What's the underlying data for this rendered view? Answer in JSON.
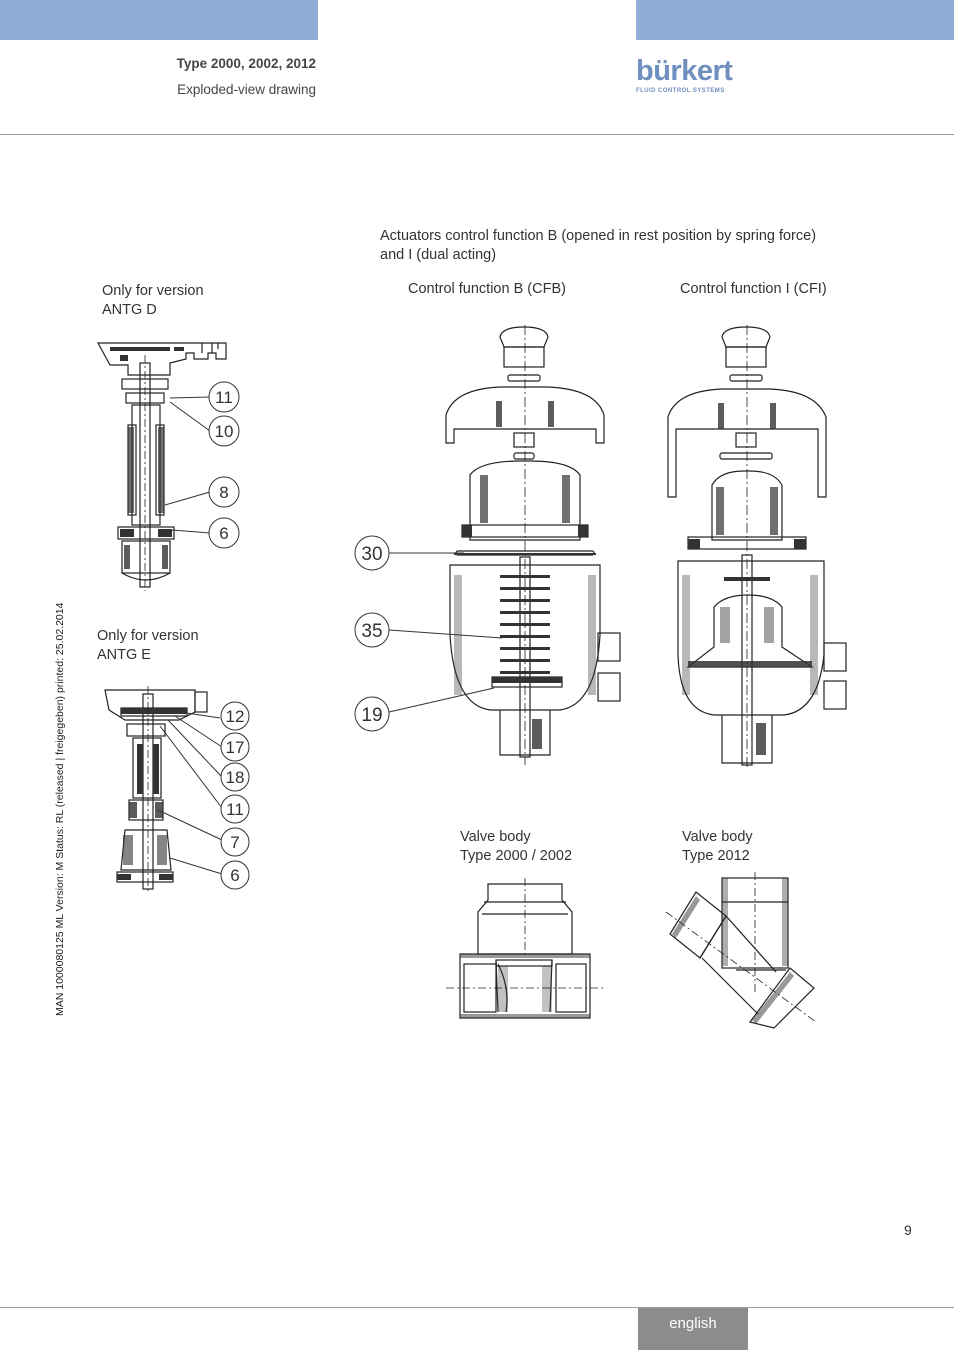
{
  "header": {
    "title": "Type 2000, 2002, 2012",
    "subtitle": "Exploded-view drawing",
    "brand": "bürkert",
    "brand_tagline": "FLUID CONTROL SYSTEMS"
  },
  "intro": {
    "line1": "Actuators control function B (opened in rest position by spring force)",
    "line2": "and I (dual acting)"
  },
  "sections": {
    "antg_d": {
      "line1": "Only for version",
      "line2": "ANTG D"
    },
    "antg_e": {
      "line1": "Only for version",
      "line2": "ANTG E"
    },
    "cfb": {
      "label": "Control function B (CFB)"
    },
    "cfi": {
      "label": "Control function I (CFI)"
    },
    "body_2000": {
      "line1": "Valve body",
      "line2": "Type 2000 / 2002"
    },
    "body_2012": {
      "line1": "Valve body",
      "line2": "Type 2012"
    }
  },
  "callouts": {
    "antg_d": [
      "11",
      "10",
      "8",
      "6"
    ],
    "antg_e": [
      "12",
      "17",
      "18",
      "11",
      "7",
      "6"
    ],
    "cfb": [
      "30",
      "35",
      "19"
    ]
  },
  "side_note": "MAN  1000080125  ML  Version: M  Status: RL (released | freigegeben)  printed: 25.02.2014",
  "footer": {
    "page_number": "9",
    "language": "english"
  },
  "colors": {
    "accent_blue": "#8fadd6",
    "logo_blue": "#6f8fbf",
    "footer_tab": "#8c8c8c"
  }
}
